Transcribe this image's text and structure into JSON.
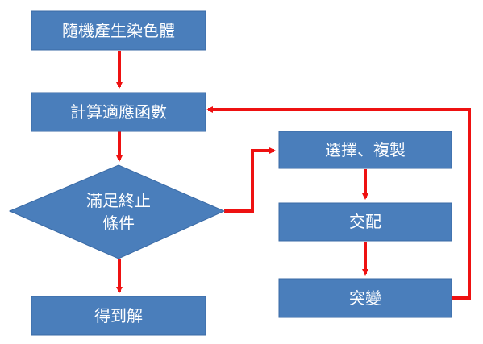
{
  "colors": {
    "box_fill": "#4a7ebb",
    "box_stroke": "#3a6aa5",
    "arrow": "#ee1111",
    "label": "#ffffff"
  },
  "nodes": {
    "init": "隨機產生染色體",
    "fitness": "計算適應函數",
    "condition_line1": "滿足終止",
    "condition_line2": "條件",
    "solution": "得到解",
    "selection": "選擇、複製",
    "crossover": "交配",
    "mutation": "突變"
  }
}
